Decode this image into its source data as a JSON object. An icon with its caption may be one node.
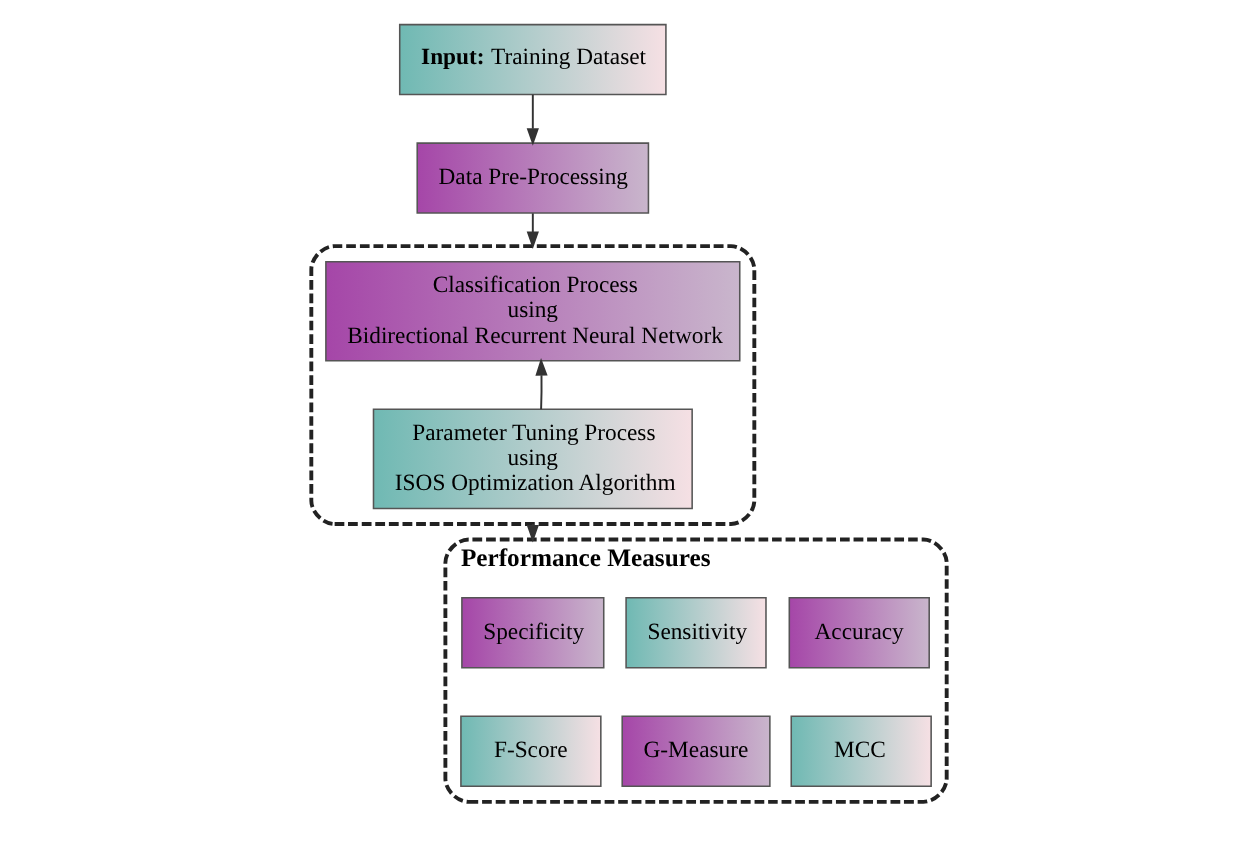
{
  "diagram": {
    "nodes": [
      {
        "text": [
          "**Input:** Training Dataset"
        ]
      },
      {
        "text": [
          "Data Pre-Processing"
        ]
      },
      {
        "text": [],
        "shape": "box"
      },
      {
        "text": [
          "Classification Process using Bidirectional Recurrent Neural Network"
        ],
        "in": 2
      },
      {
        "text": [
          "Parameter Tuning Process using ISOS Optimization Algorithm"
        ],
        "in": 2
      },
      {
        "text": [
          "Performance Measures"
        ]
      },
      {
        "text": [
          "Specificity"
        ],
        "in": 5
      },
      {
        "text": [
          "Sensitivity"
        ],
        "in": 5
      },
      {
        "text": [
          "Accuracy"
        ],
        "in": 5
      },
      {
        "text": [
          "F-Score"
        ],
        "in": 5
      },
      {
        "text": [
          "G-Measure"
        ],
        "in": 5
      },
      {
        "text": [
          "MCC"
        ],
        "in": 5
      }
    ],
    "edges": [
      {
        "from": 0,
        "to": 1,
        "arrow": "to"
      },
      {
        "from": 1,
        "to": 2,
        "arrow": "to"
      },
      {
        "from": 4,
        "to": 3,
        "arrow": "to"
      },
      {
        "from": 2,
        "to": 5,
        "arrow": "to"
      }
    ]
  }
}
